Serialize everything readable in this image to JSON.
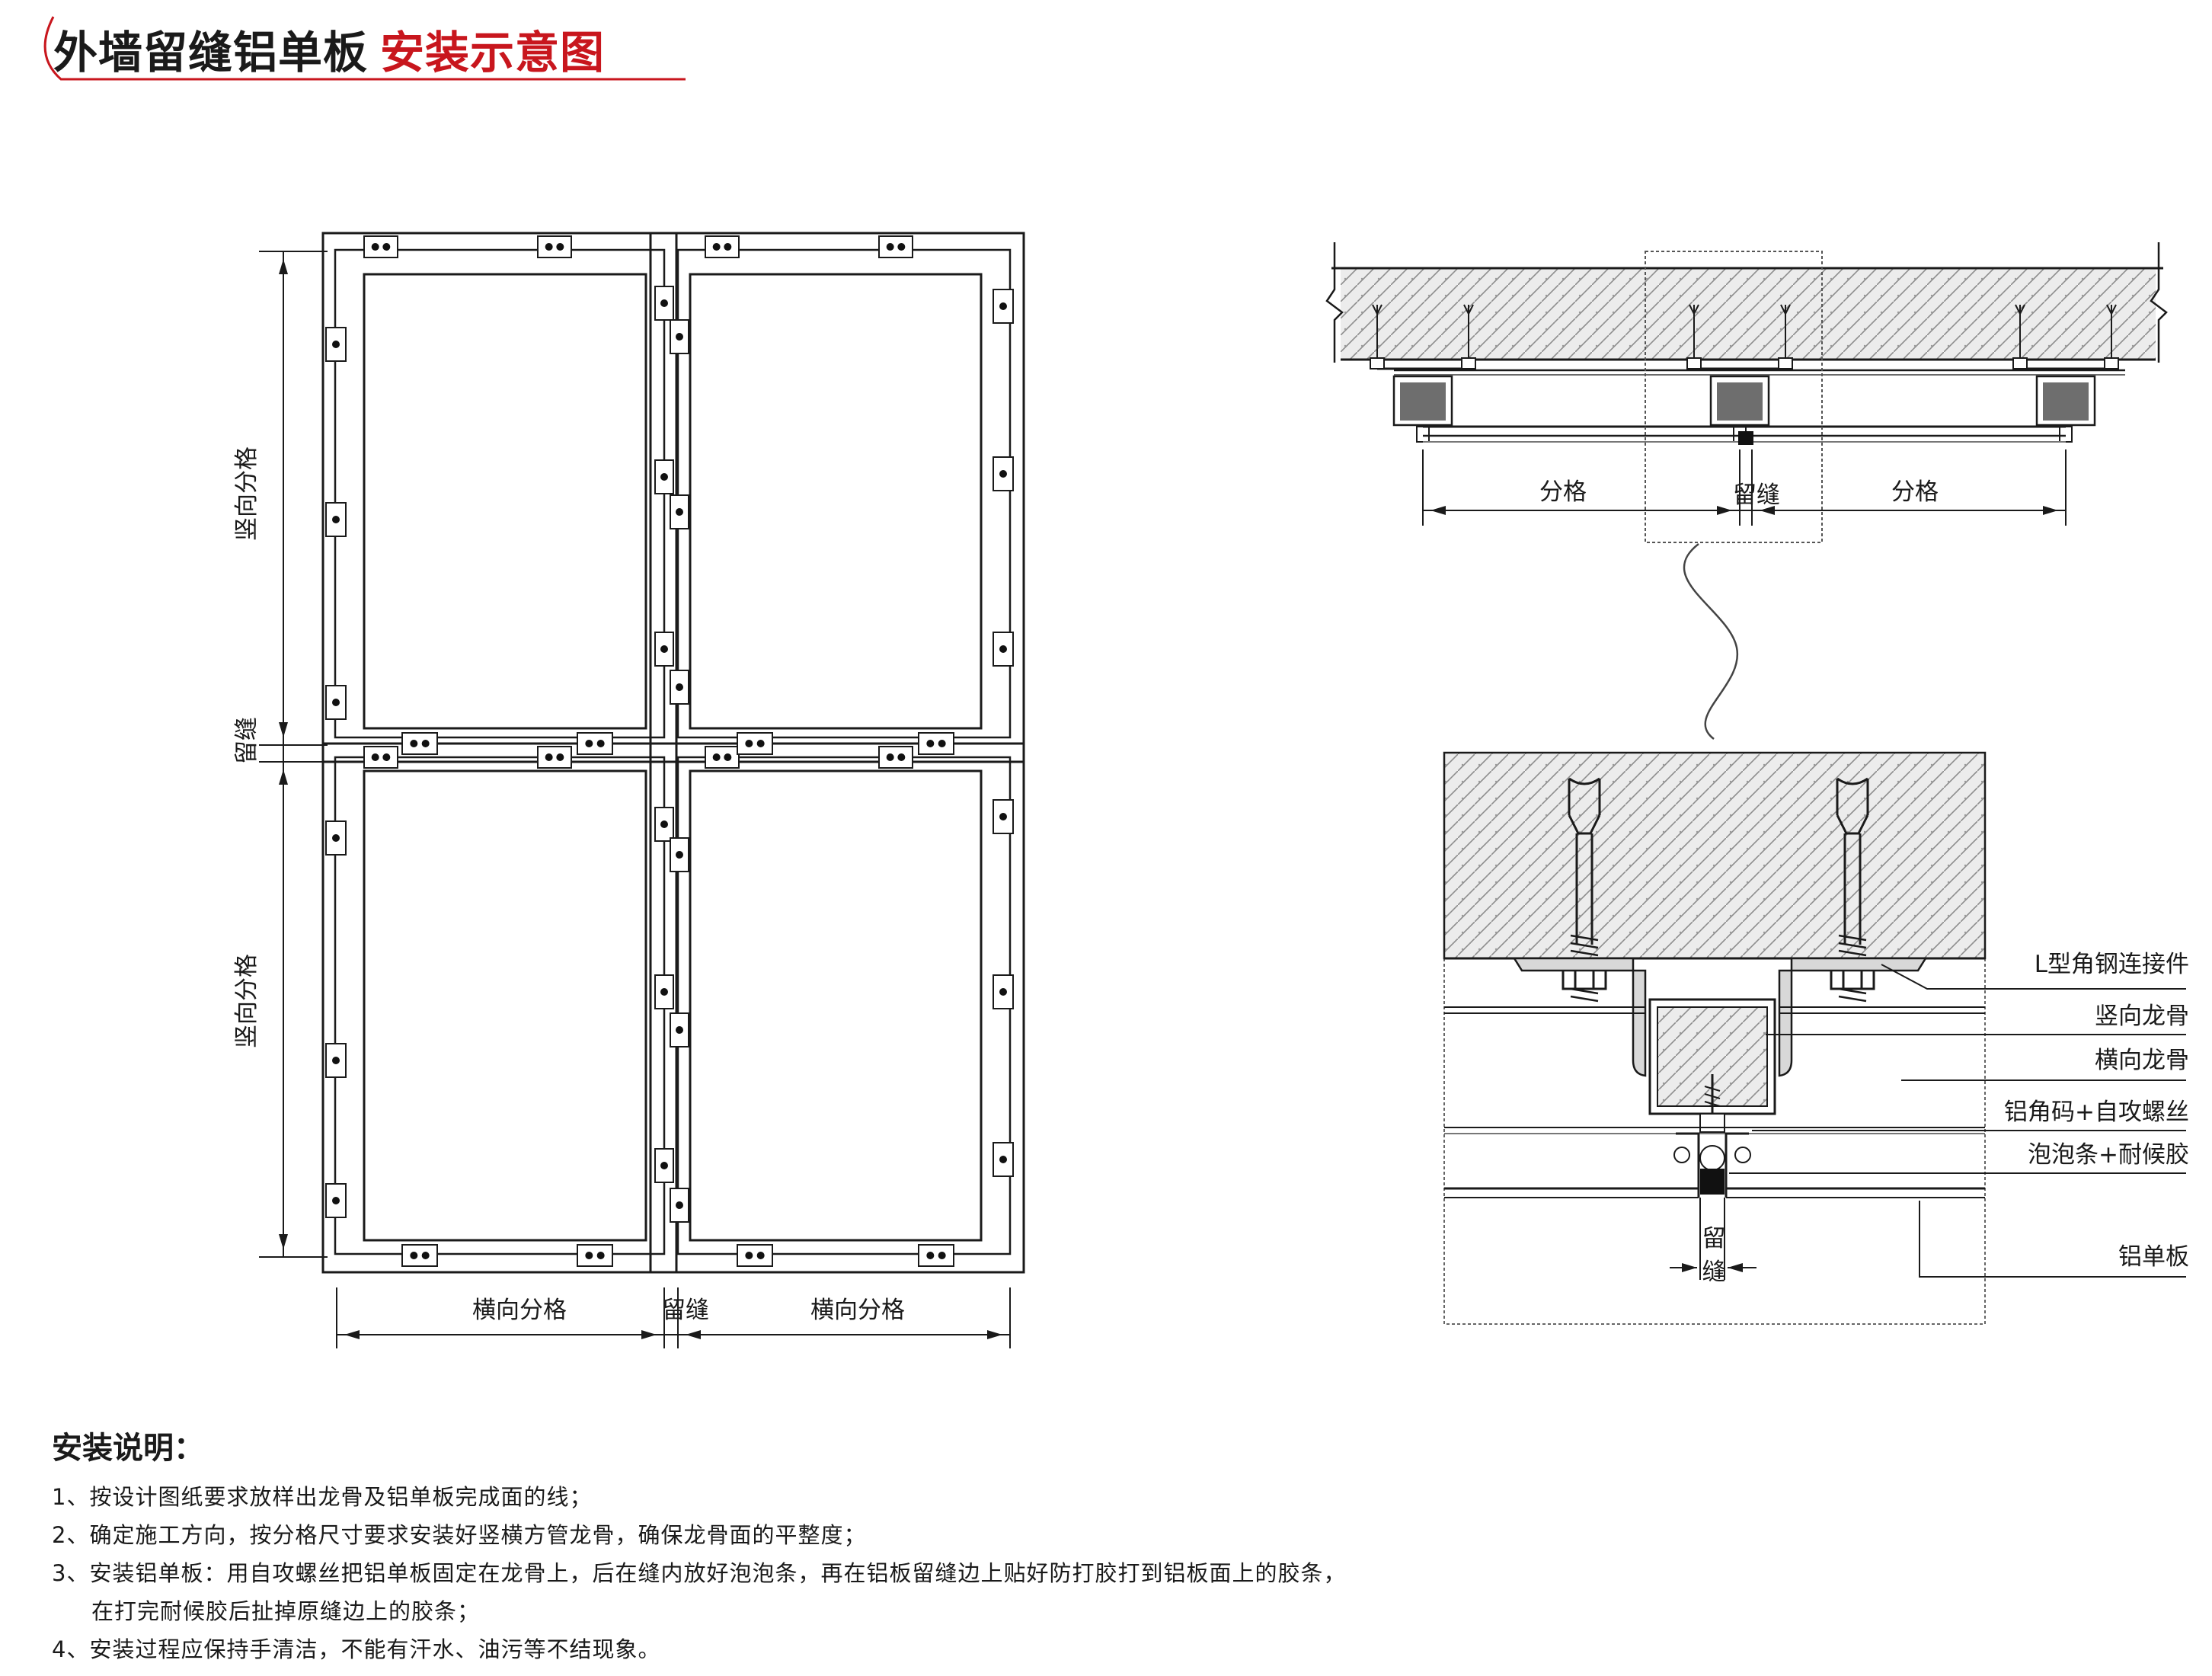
{
  "title": {
    "main": "外墙留缝铝单板",
    "accent": "安装示意图"
  },
  "elevation": {
    "vertical_grid_label": "竖向分格",
    "gap_label": "留缝",
    "horizontal_grid_label": "横向分格"
  },
  "plan": {
    "grid_label": "分格",
    "gap_label": "留缝"
  },
  "detail": {
    "labels": [
      "L型角钢连接件",
      "竖向龙骨",
      "横向龙骨",
      "铝角码+自攻螺丝",
      "泡泡条+耐候胶",
      "铝单板"
    ],
    "gap_label": "留缝"
  },
  "notes": {
    "heading": "安装说明：",
    "lines": [
      "1、按设计图纸要求放样出龙骨及铝单板完成面的线；",
      "2、确定施工方向，按分格尺寸要求安装好竖横方管龙骨，确保龙骨面的平整度；",
      "3、安装铝单板：用自攻螺丝把铝单板固定在龙骨上，后在缝内放好泡泡条，再在铝板留缝边上贴好防打胶打到铝板面上的胶条，",
      "在打完耐候胶后扯掉原缝边上的胶条；",
      "4、安装过程应保持手清洁，不能有汗水、油污等不结现象。"
    ]
  },
  "colors": {
    "accent": "#c8161d",
    "line": "#1a1a1a",
    "concrete": "#ececec",
    "steel": "#8a8a8a"
  }
}
